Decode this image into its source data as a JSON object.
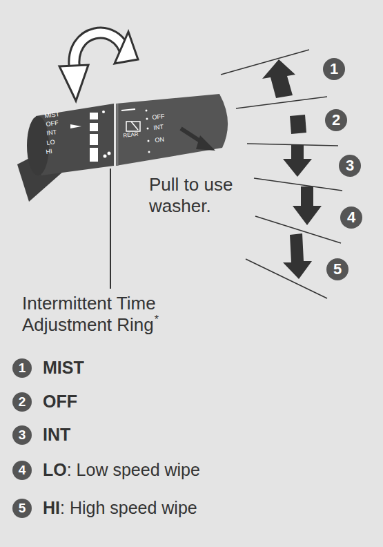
{
  "diagram": {
    "nodes": [
      {
        "text": [
          "1"
        ]
      },
      {
        "text": [
          "2"
        ]
      },
      {
        "text": [
          "3"
        ]
      },
      {
        "text": [
          "4"
        ]
      },
      {
        "text": [
          "5"
        ]
      },
      {
        "text": [
          "1"
        ]
      },
      {
        "text": [
          "2"
        ]
      },
      {
        "text": [
          "3"
        ]
      },
      {
        "text": [
          "4"
        ]
      },
      {
        "text": [
          "5"
        ]
      }
    ],
    "labels": [
      "MIST",
      "OFF",
      "INT",
      "LO",
      "HI",
      "OFF",
      "INT",
      "ON",
      "REAR",
      "Pull to use washer.",
      "Intermittent Time Adjustment Ring",
      "*",
      "MIST",
      "OFF",
      "INT",
      "LO",
      ": Low speed wipe",
      "HI",
      ": High speed wipe"
    ]
  }
}
